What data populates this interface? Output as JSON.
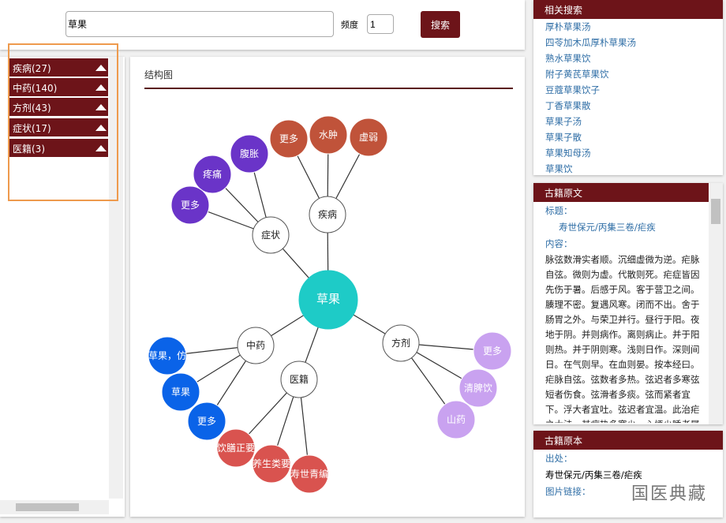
{
  "search": {
    "query": "草果",
    "freq_label": "频度",
    "freq_value": "1",
    "button": "搜索"
  },
  "categories": [
    {
      "label": "疾病(27)"
    },
    {
      "label": "中药(140)"
    },
    {
      "label": "方剂(43)"
    },
    {
      "label": "症状(17)"
    },
    {
      "label": "医籍(3)"
    }
  ],
  "main": {
    "title": "结构图"
  },
  "graph": {
    "center": {
      "label": "草果",
      "color": "#1ecbc7"
    },
    "groups": [
      {
        "label": "疾病",
        "color": "#c0533a",
        "children": [
          "更多",
          "水肿",
          "虚弱"
        ]
      },
      {
        "label": "症状",
        "color": "#6a34c8",
        "children": [
          "腹胀",
          "疼痛",
          "更多"
        ]
      },
      {
        "label": "中药",
        "color": "#0a63e8",
        "children": [
          "草果，仿",
          "草果",
          "更多"
        ]
      },
      {
        "label": "医籍",
        "color": "#d9534f",
        "children": [
          "饮膳正要",
          "养生类要",
          "寿世青编"
        ]
      },
      {
        "label": "方剂",
        "color": "#c9a2f0",
        "children": [
          "更多",
          "清脾饮",
          "山药"
        ]
      }
    ]
  },
  "related": {
    "title": "相关搜索",
    "items": [
      "厚朴草果汤",
      "四苓加木瓜厚朴草果汤",
      "熟水草果饮",
      "附子黄芪草果饮",
      "豆蔻草果饮子",
      "丁香草果散",
      "草果子汤",
      "草果子散",
      "草果知母汤",
      "草果饮"
    ]
  },
  "original": {
    "title": "古籍原文",
    "title_label": "标题：",
    "title_value": "寿世保元/丙集三卷/疟疾",
    "content_label": "内容：",
    "content": "脉弦数滑实者顺。沉细虚微为逆。疟脉自弦。微则为虚。代散则死。疟症皆因先伤于暑。后感于风。客于营卫之间。腠理不密。复遇风寒。闭而不出。舍于肠胃之外。与荣卫并行。昼行于阳。夜地于阴。并则病作。离则病止。并于阳则热。并于阴则寒。浅则日作。深则间日。在气则早。在血则晏。按本经曰。疟脉自弦。弦数者多热。弦迟者多寒弦短者伤食。弦滑者多痰。弦而紧者宜下。浮大者宜吐。弦迟者宜温。此治疟之大法。其病热多寒少。心烦少睡者属心。名曰温疟。用柴苓汤。但寒少热。腰疼足冷者属肾。名曰寒疟。用桂附二"
  },
  "book": {
    "title": "古籍原本",
    "source_label": "出处：",
    "source_value": "寿世保元/丙集三卷/疟疾",
    "image_label": "图片链接："
  },
  "watermark": "国医典藏"
}
